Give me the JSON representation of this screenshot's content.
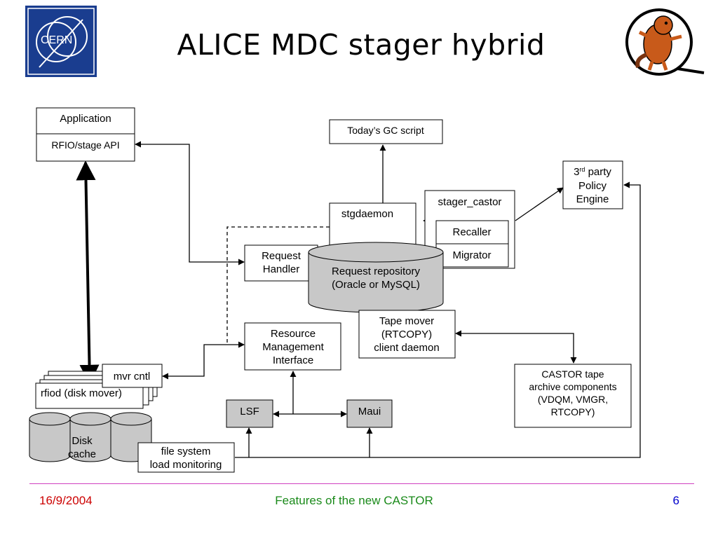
{
  "slide": {
    "title": "ALICE MDC stager hybrid",
    "logo_text": "CERN",
    "footer": {
      "date": "16/9/2004",
      "center": "Features of the new CASTOR",
      "page": "6"
    }
  },
  "diagram": {
    "application": "Application",
    "rfio_api": "RFIO/stage API",
    "gc_script": "Today’s GC script",
    "third_party": [
      "3",
      "rd",
      " party",
      "Policy",
      "Engine"
    ],
    "stager_castor": "stager_castor",
    "recaller": "Recaller",
    "migrator": "Migrator",
    "stgdaemon": "stgdaemon",
    "request_handler": [
      "Request",
      "Handler"
    ],
    "request_repository": [
      "Request repository",
      "(Oracle or MySQL)"
    ],
    "tape_mover": [
      "Tape mover",
      "(RTCOPY)",
      "client daemon"
    ],
    "resource_management": [
      "Resource",
      "Management",
      "Interface"
    ],
    "castor_tape": [
      "CASTOR tape",
      "archive components",
      "(VDQM, VMGR,",
      "RTCOPY)"
    ],
    "mvr_cntl": "mvr cntl",
    "rfiod": "rfiod (disk mover)",
    "disk_cache": [
      "Disk",
      "cache"
    ],
    "lsf": "LSF",
    "maui": "Maui",
    "fs_monitoring": [
      "file system",
      "load monitoring"
    ]
  },
  "colors": {
    "gray_fill": "#c8c8c8",
    "logo_blue": "#1a3d8f",
    "footer_line": "#d040c0"
  }
}
